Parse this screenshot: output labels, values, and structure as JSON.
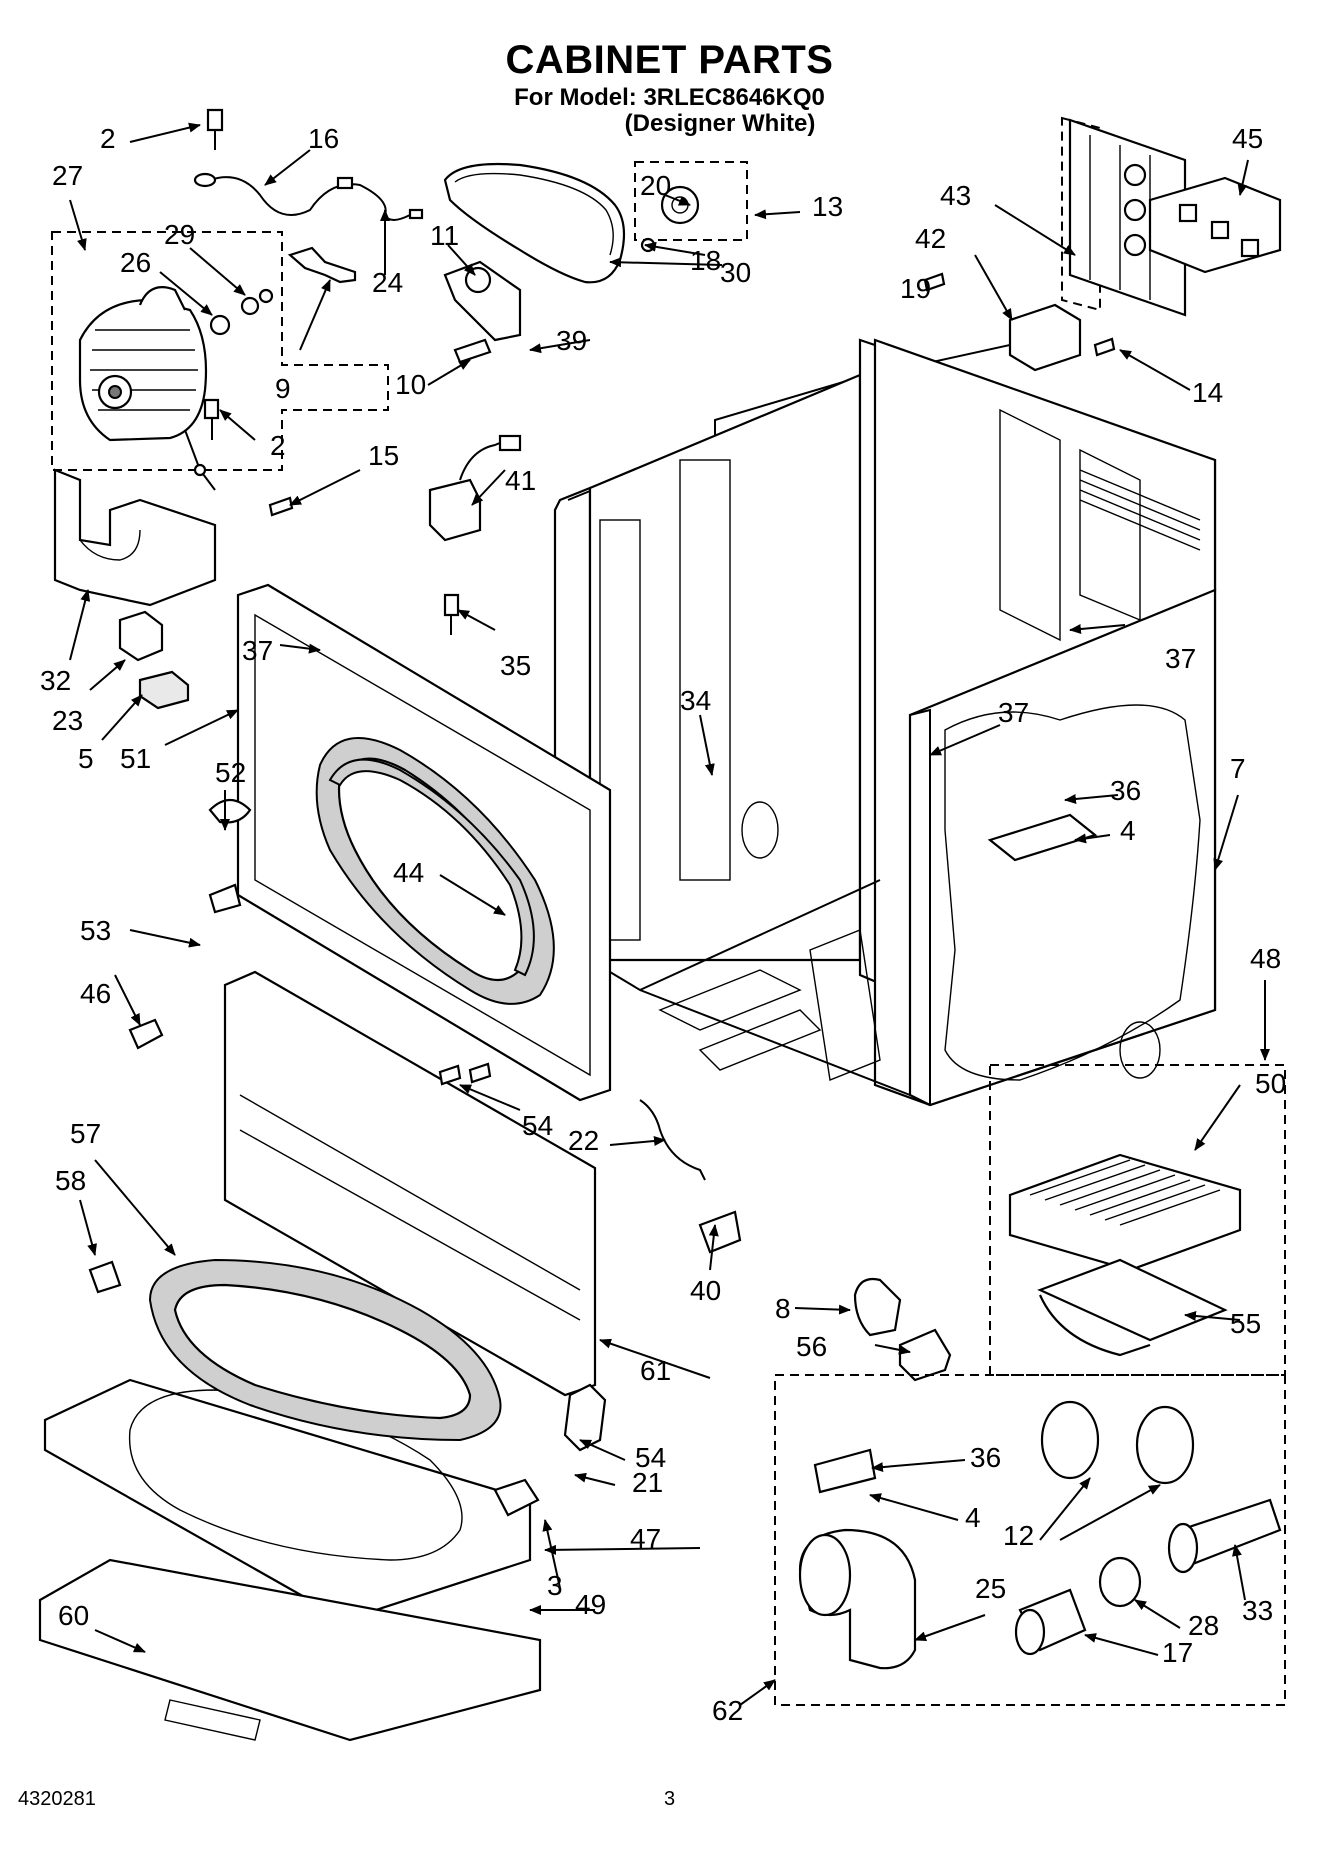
{
  "title": "CABINET PARTS",
  "model_line": "For Model: 3RLEC8646KQ0",
  "model_sub": "(Designer White)",
  "doc_number": "4320281",
  "page_number": "3",
  "callouts": [
    "2",
    "16",
    "27",
    "29",
    "26",
    "24",
    "9",
    "11",
    "20",
    "13",
    "18",
    "30",
    "39",
    "10",
    "45",
    "43",
    "42",
    "19",
    "14",
    "2",
    "15",
    "41",
    "32",
    "23",
    "5",
    "51",
    "37",
    "35",
    "34",
    "37",
    "37",
    "36",
    "4",
    "7",
    "52",
    "44",
    "53",
    "46",
    "54",
    "22",
    "48",
    "50",
    "57",
    "58",
    "40",
    "8",
    "56",
    "55",
    "61",
    "54",
    "21",
    "36",
    "4",
    "12",
    "47",
    "3",
    "25",
    "33",
    "28",
    "17",
    "49",
    "60",
    "62"
  ]
}
